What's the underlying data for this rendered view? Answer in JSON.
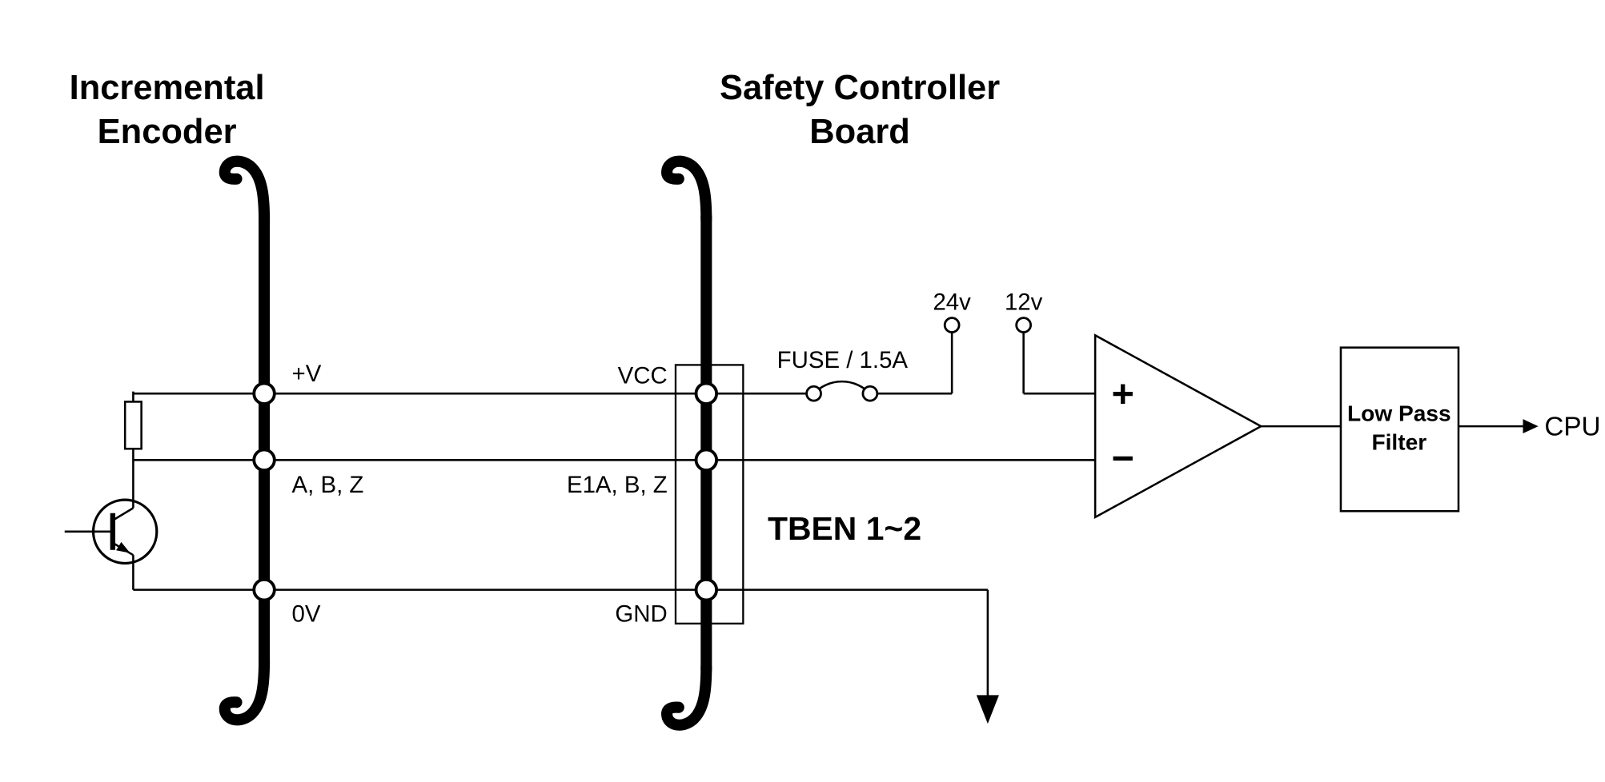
{
  "diagram": {
    "title_left": {
      "line1": "Incremental",
      "line2": "Encoder"
    },
    "title_center": {
      "line1": "Safety Controller",
      "line2": "Board"
    },
    "encoder": {
      "pin_vplus": "+V",
      "pin_abz": "A, B, Z",
      "pin_0v": "0V"
    },
    "controller": {
      "pin_vcc": "VCC",
      "pin_e1abz": "E1A, B, Z",
      "pin_gnd": "GND",
      "tben": "TBEN 1~2"
    },
    "power": {
      "fuse": "FUSE / 1.5A",
      "rail_24v": "24v",
      "rail_12v": "12v"
    },
    "comparator": {
      "plus": "+",
      "minus": "−"
    },
    "filter": {
      "line1": "Low Pass",
      "line2": "Filter"
    },
    "output": {
      "cpu": "CPU"
    },
    "colors": {
      "line": "#000000",
      "background": "#ffffff"
    }
  }
}
